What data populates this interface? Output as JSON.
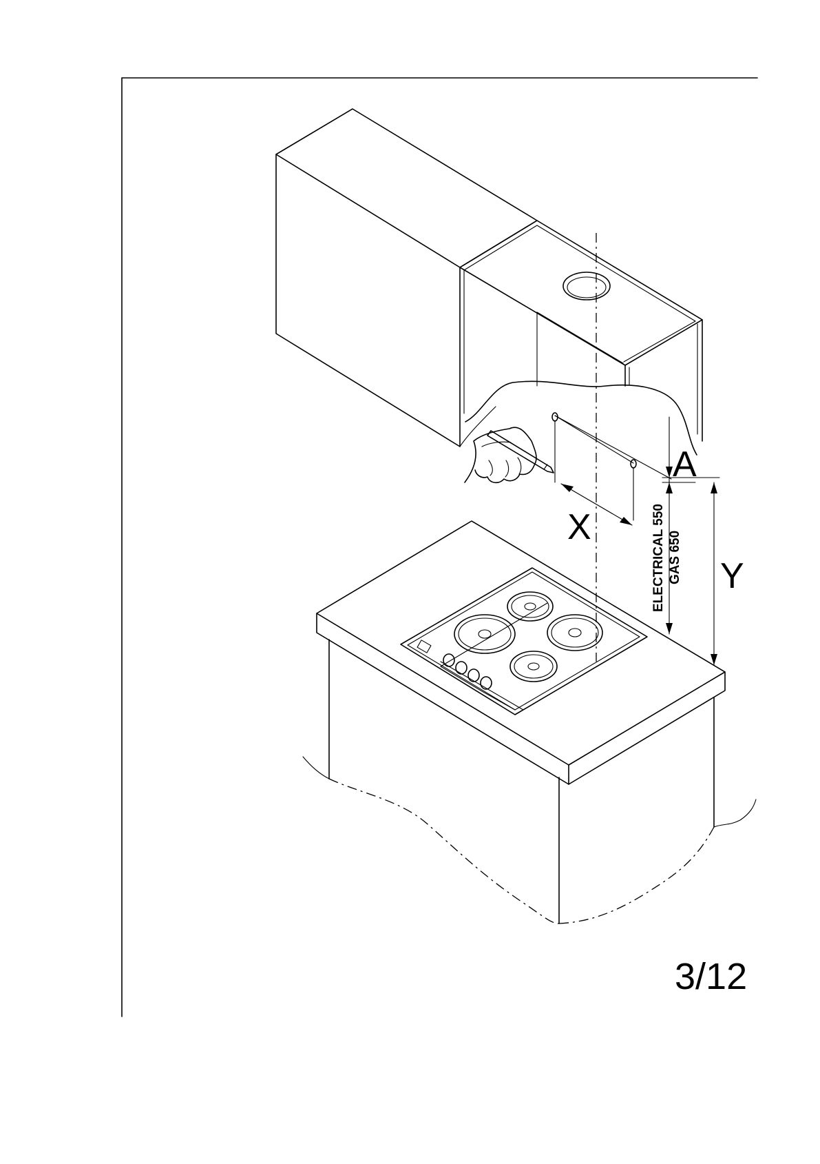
{
  "diagram": {
    "labels": {
      "a": "A",
      "x": "X",
      "y": "Y",
      "electrical": "ELECTRICAL 550",
      "gas": "GAS 650"
    },
    "page_number": "3/12"
  }
}
